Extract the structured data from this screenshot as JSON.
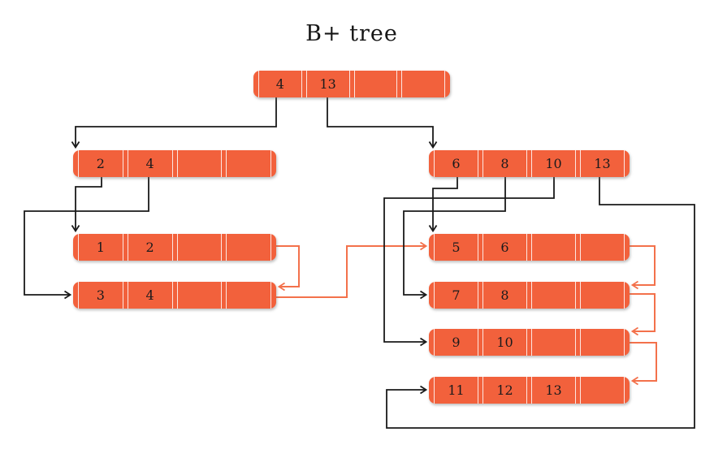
{
  "title": "B+ tree",
  "colors": {
    "node_fill": "#f2613c",
    "link_black": "#1a1a1a",
    "link_orange": "#f3714b",
    "cell_text": "#1a1a1c"
  },
  "nodes": {
    "root": {
      "cells": [
        "4",
        "13",
        "",
        ""
      ]
    },
    "internal_left": {
      "cells": [
        "2",
        "4",
        "",
        ""
      ]
    },
    "internal_right": {
      "cells": [
        "6",
        "8",
        "10",
        "13"
      ]
    },
    "leaf_1_2": {
      "cells": [
        "1",
        "2",
        "",
        ""
      ]
    },
    "leaf_3_4": {
      "cells": [
        "3",
        "4",
        "",
        ""
      ]
    },
    "leaf_5_6": {
      "cells": [
        "5",
        "6",
        "",
        ""
      ]
    },
    "leaf_7_8": {
      "cells": [
        "7",
        "8",
        "",
        ""
      ]
    },
    "leaf_9_10": {
      "cells": [
        "9",
        "10",
        "",
        ""
      ]
    },
    "leaf_11_12_13": {
      "cells": [
        "11",
        "12",
        "13",
        ""
      ]
    }
  },
  "links": {
    "parent_child": [
      {
        "from": "root",
        "key": "4",
        "to": "internal_left"
      },
      {
        "from": "root",
        "key": "13",
        "to": "internal_right"
      },
      {
        "from": "internal_left",
        "key": "2",
        "to": "leaf_1_2"
      },
      {
        "from": "internal_left",
        "key": "4",
        "to": "leaf_3_4"
      },
      {
        "from": "internal_right",
        "key": "6",
        "to": "leaf_5_6"
      },
      {
        "from": "internal_right",
        "key": "8",
        "to": "leaf_7_8"
      },
      {
        "from": "internal_right",
        "key": "10",
        "to": "leaf_9_10"
      },
      {
        "from": "internal_right",
        "key": "13",
        "to": "leaf_11_12_13"
      }
    ],
    "leaf_chain": [
      {
        "from": "leaf_1_2",
        "to": "leaf_3_4"
      },
      {
        "from": "leaf_3_4",
        "to": "leaf_5_6"
      },
      {
        "from": "leaf_5_6",
        "to": "leaf_7_8"
      },
      {
        "from": "leaf_7_8",
        "to": "leaf_9_10"
      },
      {
        "from": "leaf_9_10",
        "to": "leaf_11_12_13"
      }
    ]
  }
}
